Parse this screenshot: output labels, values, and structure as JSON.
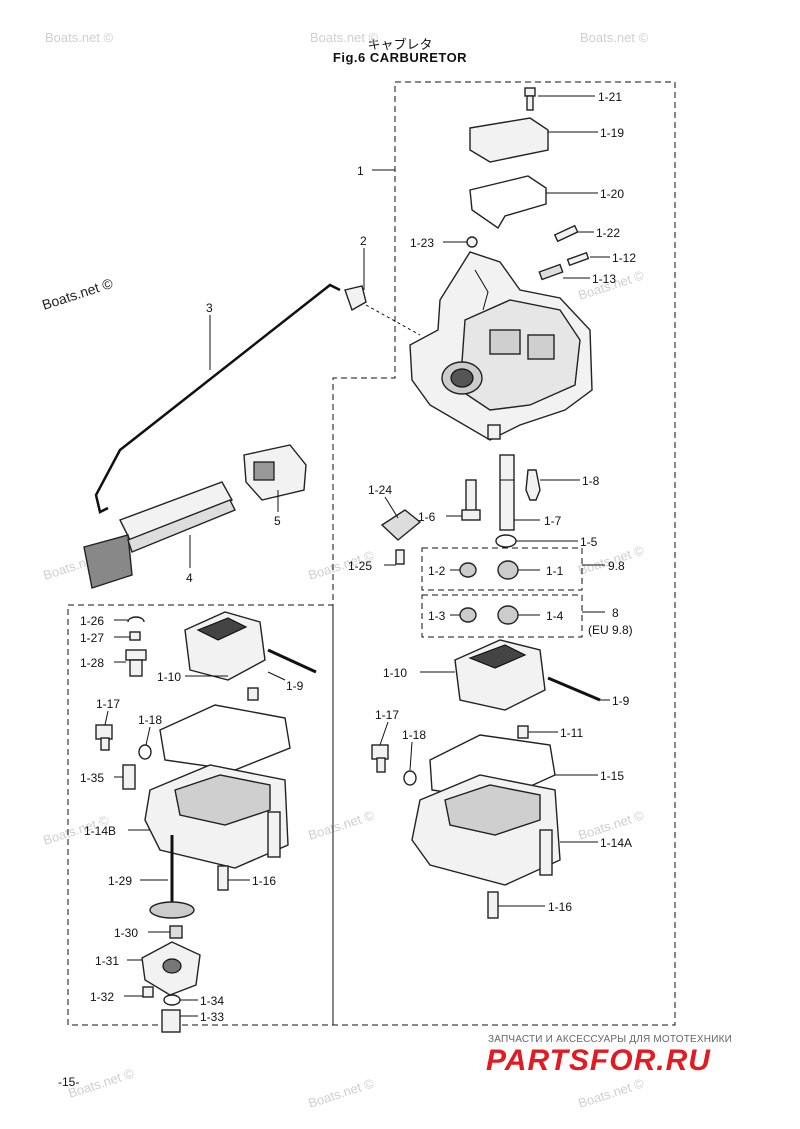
{
  "header": {
    "title_jp": "キャブレタ",
    "title_en": "Fig.6  CARBURETOR"
  },
  "page_number": "-15-",
  "watermark": {
    "text": "Boats.net ©"
  },
  "branding": {
    "tagline": "ЗАПЧАСТИ И АКСЕССУАРЫ ДЛЯ МОТОТЕХНИКИ",
    "logo": "PARTSFOR.RU",
    "logo_color": "#e21b23"
  },
  "callouts": {
    "c1": "1",
    "c2": "2",
    "c3": "3",
    "c4": "4",
    "c5": "5",
    "c1_21": "1-21",
    "c1_19": "1-19",
    "c1_20": "1-20",
    "c1_22": "1-22",
    "c1_23": "1-23",
    "c1_12": "1-12",
    "c1_13": "1-13",
    "c1_8": "1-8",
    "c1_24": "1-24",
    "c1_6": "1-6",
    "c1_7": "1-7",
    "c1_5": "1-5",
    "c1_25": "1-25",
    "c1_2": "1-2",
    "c1_1": "1-1",
    "v98": "9.8",
    "c1_3": "1-3",
    "c1_4": "1-4",
    "v8": "8",
    "veu98": "(EU 9.8)",
    "c1_10r": "1-10",
    "c1_9r": "1-9",
    "c1_11": "1-11",
    "c1_17r": "1-17",
    "c1_18r": "1-18",
    "c1_15": "1-15",
    "c1_14A": "1-14A",
    "c1_16r": "1-16",
    "c1_26": "1-26",
    "c1_27": "1-27",
    "c1_28": "1-28",
    "c1_10l": "1-10",
    "c1_9l": "1-9",
    "c1_17l": "1-17",
    "c1_18l": "1-18",
    "c1_35": "1-35",
    "c1_14B": "1-14B",
    "c1_29": "1-29",
    "c1_16l": "1-16",
    "c1_30": "1-30",
    "c1_31": "1-31",
    "c1_32": "1-32",
    "c1_34": "1-34",
    "c1_33": "1-33"
  }
}
